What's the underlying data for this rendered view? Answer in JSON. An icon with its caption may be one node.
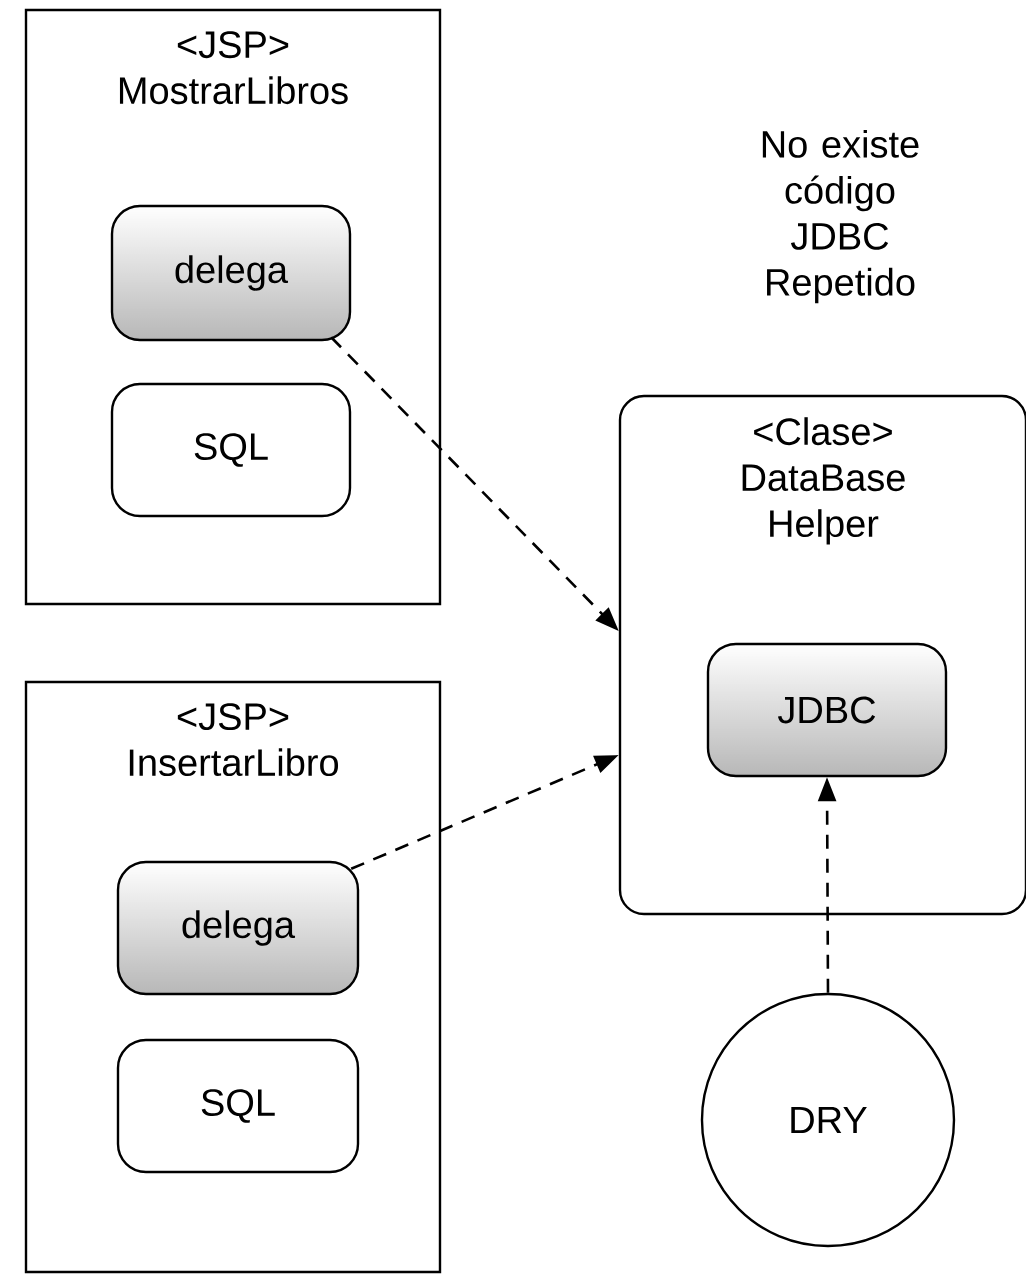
{
  "diagram": {
    "nodes": [
      {
        "text": [
          "<JSP> MostrarLibros"
        ]
      },
      {
        "text": [
          "delega"
        ],
        "in": 0
      },
      {
        "text": [
          "SQL"
        ],
        "in": 0
      },
      {
        "text": [
          "<JSP> InsertarLibro"
        ]
      },
      {
        "text": [
          "delega"
        ],
        "in": 3
      },
      {
        "text": [
          "SQL"
        ],
        "in": 3
      },
      {
        "text": [
          "<Clase> DataBase Helper"
        ]
      },
      {
        "text": [
          "JDBC"
        ],
        "in": 6
      },
      {
        "text": [
          "DRY"
        ]
      }
    ],
    "edges": [
      {
        "from": 1,
        "to": 6,
        "arrow": "to",
        "style": "dashed"
      },
      {
        "from": 4,
        "to": 6,
        "arrow": "to",
        "style": "dashed"
      },
      {
        "from": 8,
        "to": 7,
        "arrow": "to",
        "style": "dashed"
      }
    ],
    "labels": [
      "No existe código JDBC Repetido"
    ]
  }
}
